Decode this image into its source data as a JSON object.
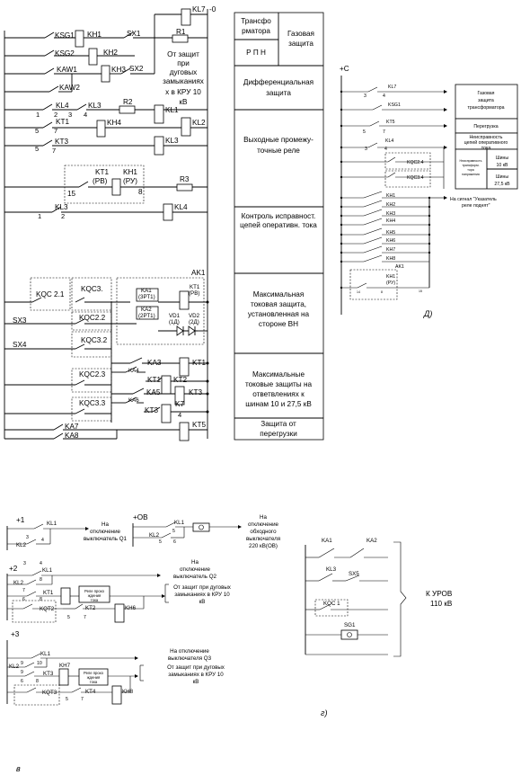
{
  "top_scheme": {
    "labels": {
      "ksg1": "KSG1",
      "kh1": "KH1",
      "sx1": "SX1",
      "kl7": "KL7",
      "minus": "-0",
      "r1": "R1",
      "ksg2": "KSG2",
      "kh2": "KH2",
      "kaw1": "KAW1",
      "kh3": "KH3",
      "sx2": "SX2",
      "kaw2": "KAW2",
      "kl4": "KL4",
      "kl3": "KL3",
      "r2": "R2",
      "kl1": "KL1",
      "kt1": "KT1",
      "kh4": "KH4",
      "kl2": "KL2",
      "kt3": "KT3",
      "kl3b": "KL3",
      "kt1rv": "KT1",
      "rv": "(РВ)",
      "kh1ru": "KH1",
      "ru": "(РУ)",
      "r3": "R3",
      "n15": "15",
      "n8": "8",
      "kl3c": "KL3",
      "kl4b": "KL4",
      "ak1": "AK1",
      "kqc21": "KQC 2.1",
      "kqc3": "KQC3.",
      "kqc22": "KQC2.2",
      "kqc32": "KQC3.2",
      "kqc23": "KQC2.3",
      "kqc33": "KQC3.3",
      "ka1": "KA1",
      "ka1sub": "(3РТ1)",
      "ka2": "KA2",
      "ka2sub": "(2РТ1)",
      "kt1pb": "KT1",
      "kt1pbsub": "(РВ)",
      "vd1": "VD1",
      "vd1sub": "(1Д)",
      "vd2": "VD2",
      "vd2sub": "(2Д)",
      "sx3": "SX3",
      "sx4": "SX4",
      "ka3": "KA3",
      "ka4": "KA4",
      "kt1b": "KT1",
      "ka5": "KA5",
      "kt2": "KT2",
      "ka6": "KA6",
      "kt3b": "KT3",
      "kt3c": "KT3",
      "k7": "K7",
      "ka7": "KA7",
      "kt5": "KT5",
      "ka8": "KA8",
      "kt1c": "KT1",
      "n1": "1",
      "n2": "2",
      "n3": "3",
      "n4": "4",
      "n5": "5",
      "n7": "7",
      "n2b": "2",
      "n4b": "4"
    },
    "note_arc_lines": [
      "От защит",
      "при",
      "дуговых",
      "замыканиях",
      "х в КРУ 10",
      "кВ"
    ]
  },
  "table": {
    "cells": [
      {
        "id": "transformer",
        "lines": [
          "Трансфо",
          "рматора"
        ]
      },
      {
        "id": "gas",
        "lines": [
          "Газовая",
          "защита"
        ]
      },
      {
        "id": "rpn",
        "lines": [
          "Р П Н"
        ]
      },
      {
        "id": "diff",
        "lines": [
          "Дифференциальная",
          "защита"
        ]
      },
      {
        "id": "relays",
        "lines": [
          "Выходные промежу-",
          "точные реле"
        ]
      },
      {
        "id": "control",
        "lines": [
          "Контроль исправност.",
          "цепей оперативн. тока"
        ]
      },
      {
        "id": "maxhv",
        "lines": [
          "Максимальная",
          "токовая защита,",
          "установленная на",
          "стороне ВН"
        ]
      },
      {
        "id": "maxbus",
        "lines": [
          "Максимальные",
          "токовые защиты  на",
          "ответвлениях к",
          "шинам  10 и 27,5 кВ"
        ]
      },
      {
        "id": "overload",
        "lines": [
          "Защита от",
          "перегрузки"
        ]
      }
    ]
  },
  "d_scheme": {
    "labels": {
      "plusc": "+C",
      "kl7": "KL7",
      "n3": "3",
      "n4": "4",
      "ksg1": "KSG1",
      "kt5": "KT5",
      "n5": "5",
      "n7": "7",
      "kl4": "KL4",
      "n3b": "3",
      "n4b": "4",
      "kqc24": "KQC2.4",
      "kqc34": "KQC3.4",
      "kh1": "KH1",
      "kh2": "KH2",
      "kh3": "KH3",
      "kh4": "KH4",
      "kh5": "KH5",
      "kh6": "KH6",
      "kh7": "KH7",
      "kh8": "KH8",
      "ak1": "AK1",
      "kh1ru": "KH1",
      "ru": "(РУ)",
      "n14": "14",
      "n15": "15",
      "n8": "8",
      "signal": "На сигнал \"Указатель",
      "signal2": "реле поднят\"",
      "letter": "Д)"
    },
    "legend": [
      {
        "id": "gas",
        "lines": [
          "Газовая",
          "защита",
          "трансформатора"
        ]
      },
      {
        "id": "overload",
        "lines": [
          "Перегрузка"
        ]
      },
      {
        "id": "fault",
        "lines": [
          "Неисправность",
          "цепей оперативного",
          "тока"
        ]
      },
      {
        "id": "smalltext",
        "lines": [
          "Неисправность",
          "трансформ.",
          "тора",
          "напряжения"
        ]
      },
      {
        "id": "bus10",
        "lines": [
          "Шины",
          "10 кВ"
        ]
      },
      {
        "id": "bus27",
        "lines": [
          "Шины",
          "27,5 кВ"
        ]
      }
    ]
  },
  "g_scheme": {
    "labels": {
      "plus1": "+1",
      "kl1": "KL1",
      "kl2": "KL2",
      "n3": "3",
      "n4": "4",
      "q1_1": "На",
      "q1_2": "отключение",
      "q1_3": "выключатель Q1",
      "plusob": "+ОВ",
      "kl1b": "KL1",
      "kl2b": "KL2",
      "n5": "5",
      "n6": "6",
      "ob1": "На",
      "ob2": "отключение",
      "ob3": "обходного",
      "ob4": "выключателя",
      "ob5": "220 кВ(ОВ)",
      "plus2": "+2",
      "kl1c": "KL1",
      "kl2c": "KL2",
      "kt1": "KT1",
      "kqt2": "KQT2",
      "kt2": "KT2",
      "kh6": "KH6",
      "q2_1": "На",
      "q2_2": "отключение",
      "q2_3": "выключатель Q2",
      "arc2_1": "От защит при дуговых",
      "arc2_2": "замыканиях в КРУ 10",
      "arc2_3": "кВ",
      "relay_text1": "Реле прохо",
      "relay_text2": "ждения",
      "relay_text3": "тока",
      "plus3": "+3",
      "kl1d": "KL1",
      "kl2d": "KL2",
      "kh7": "KH7",
      "kt3": "KT3",
      "kqt3": "KQT3",
      "kt4": "KT4",
      "kh8": "KH8",
      "q3_1": "На отключение",
      "q3_2": "выключателя Q3",
      "arc3_1": "От защит при дуговых",
      "arc3_2": "замыканиях в КРУ 10",
      "arc3_3": "кВ",
      "ka1": "KA1",
      "ka2": "KA2",
      "kl3": "KL3",
      "sx5": "SX5",
      "kqc1": "KQC 1",
      "sg1": "SG1",
      "urov1": "К  УРОВ",
      "urov2": "110 кВ",
      "letter": "г)",
      "n8": "8",
      "n10": "10",
      "n9": "9",
      "n6b": "6",
      "n7": "7",
      "n5b": "5",
      "n7b": "7",
      "n3b": "3",
      "n4b": "4",
      "n2": "2",
      "n1": "1"
    }
  },
  "footer": {
    "letter": "в"
  }
}
